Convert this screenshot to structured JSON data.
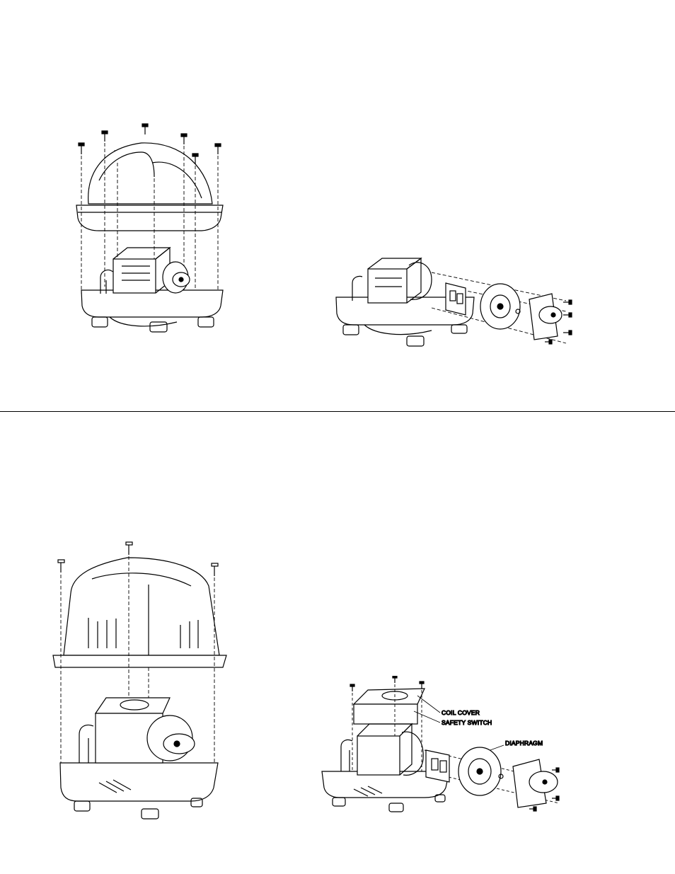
{
  "figures": [
    {
      "id": "fig-top-left",
      "caption": ""
    },
    {
      "id": "fig-top-right",
      "caption": ""
    },
    {
      "id": "fig-bottom-left",
      "caption": ""
    },
    {
      "id": "fig-bottom-right",
      "caption": ""
    }
  ],
  "callouts": {
    "coil_cover": "COIL COVER",
    "safety_switch": "SAFETY SWITCH",
    "diaphragm": "DIAPHRAGM"
  },
  "colors": {
    "line": "#000000",
    "background": "#ffffff"
  }
}
